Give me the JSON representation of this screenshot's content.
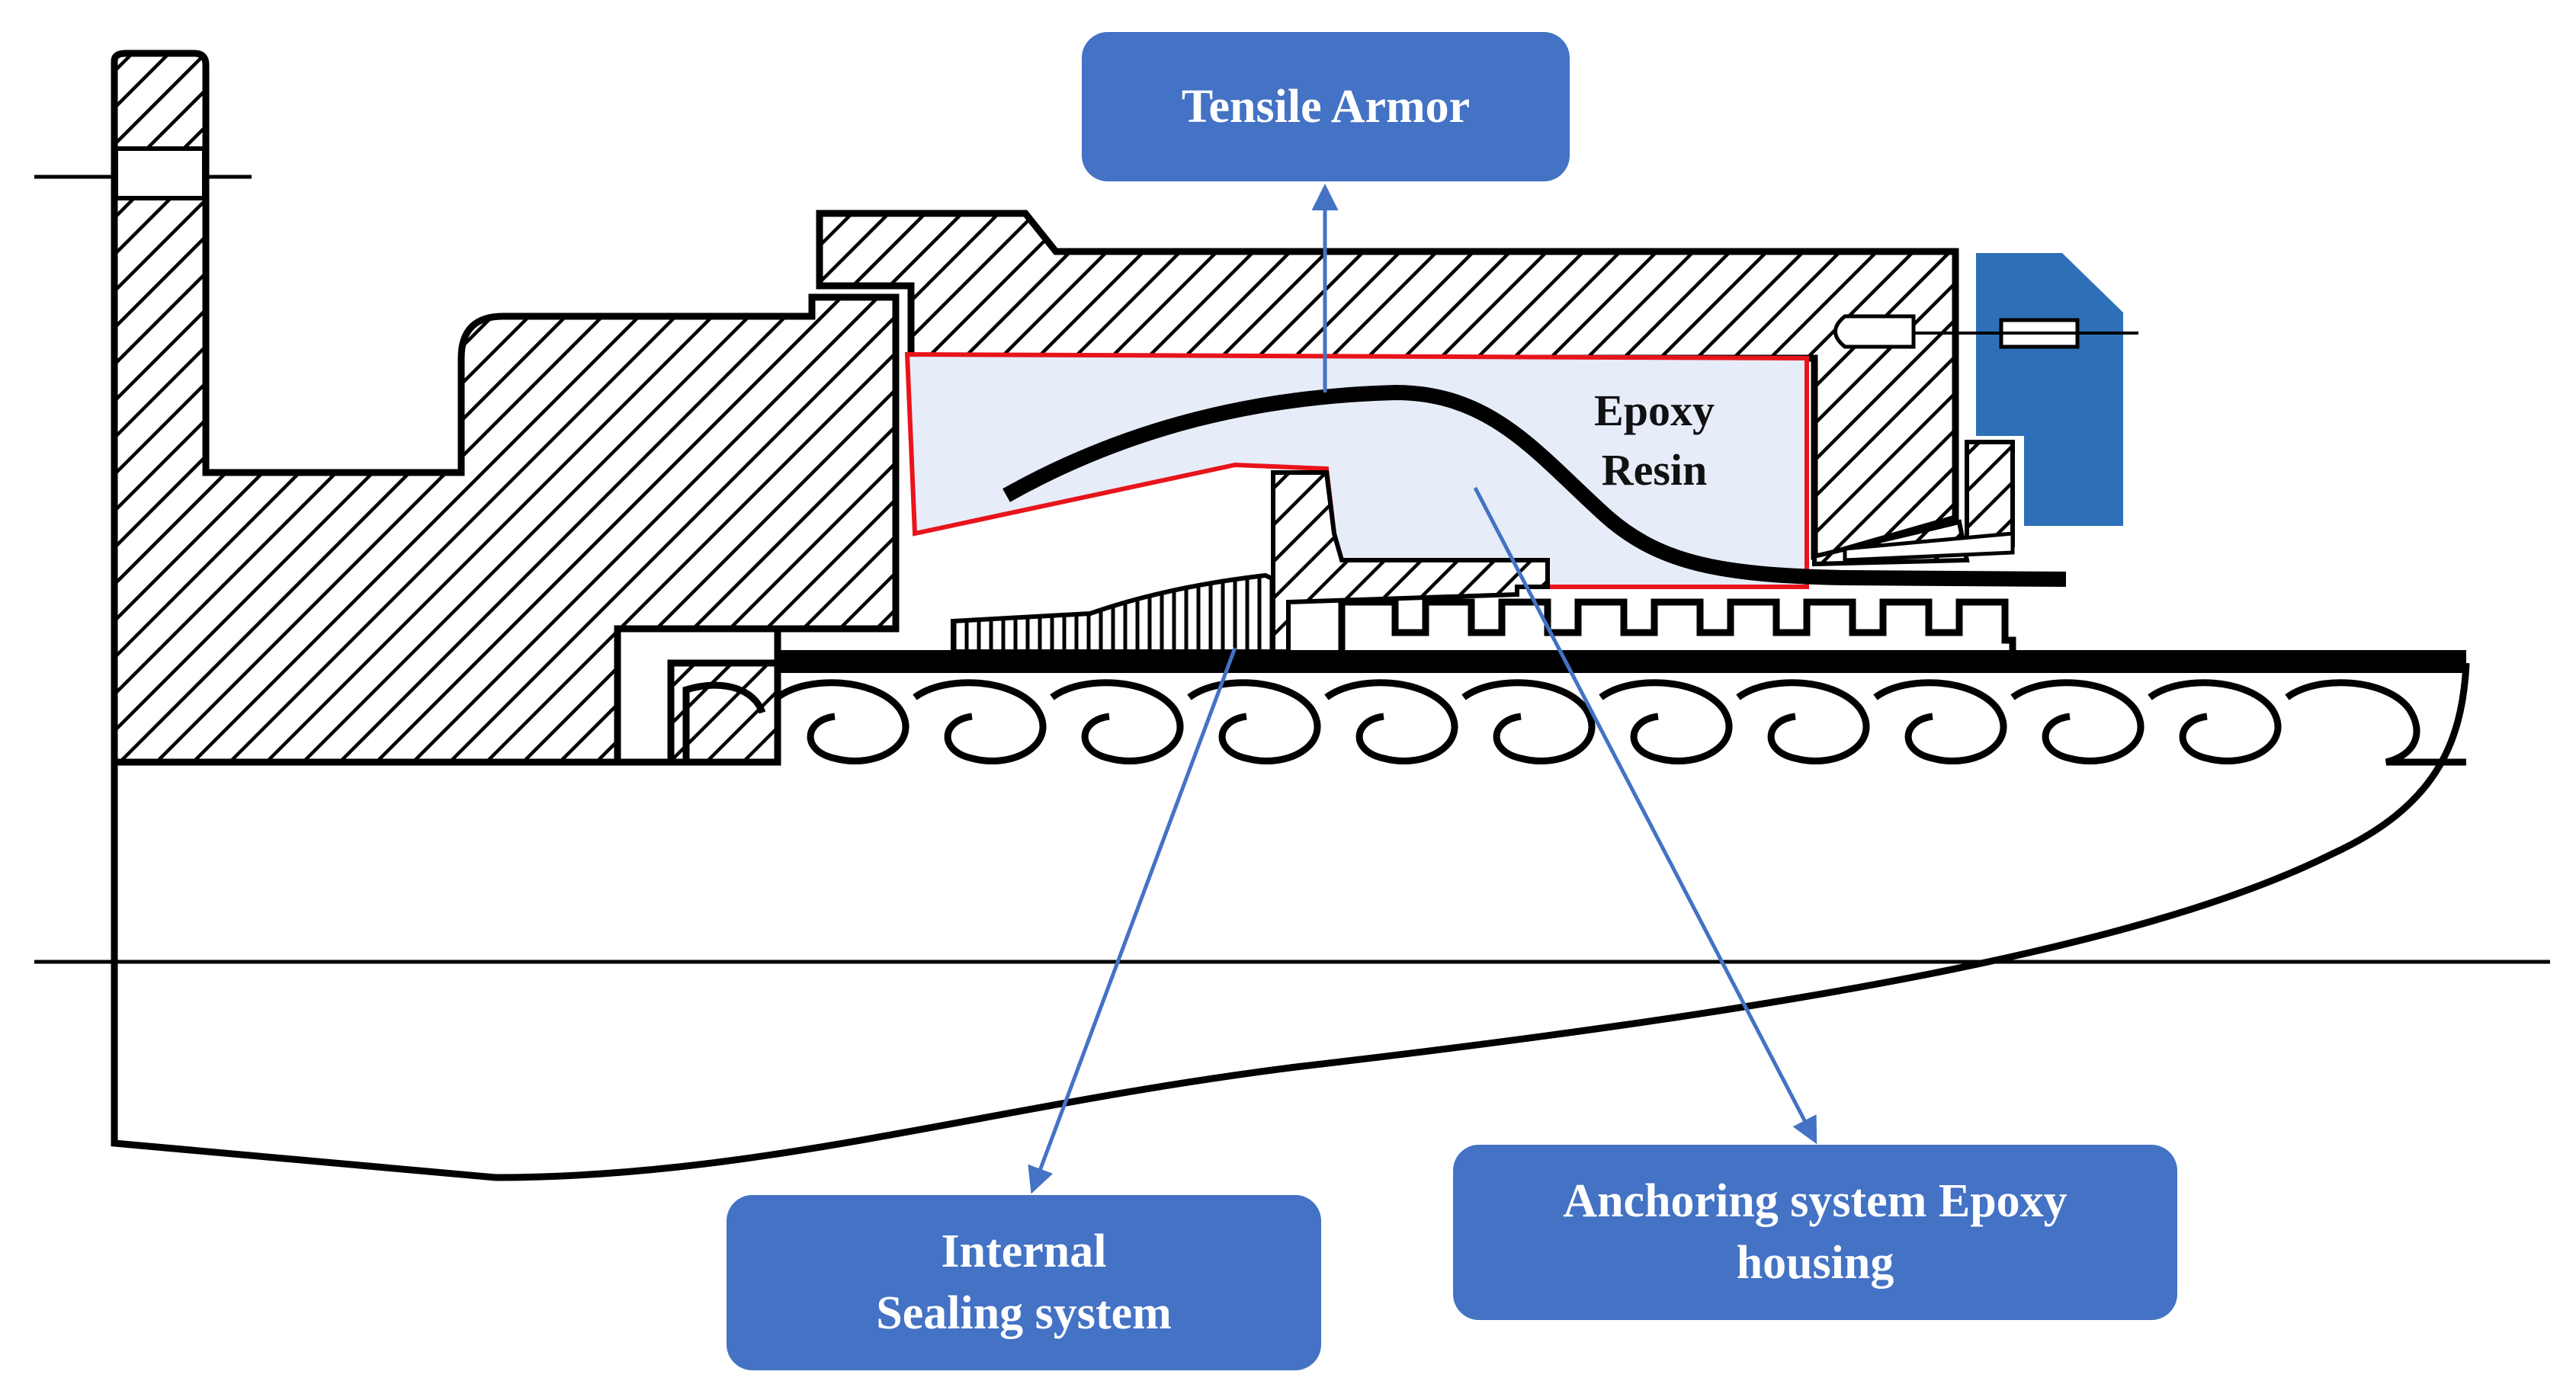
{
  "labels": {
    "tensile_armor": "Tensile Armor",
    "epoxy_resin": [
      "Epoxy",
      "Resin"
    ],
    "internal_sealing": [
      "Internal",
      "Sealing system"
    ],
    "anchoring": [
      "Anchoring system Epoxy",
      "housing"
    ]
  },
  "colors": {
    "callout_fill": "#4472C4",
    "leader_line": "#4472C4",
    "resin_fill": "#E6ECF8",
    "resin_outline": "#E8141B",
    "blue_part": "#2E70B8",
    "outline": "#000000"
  }
}
